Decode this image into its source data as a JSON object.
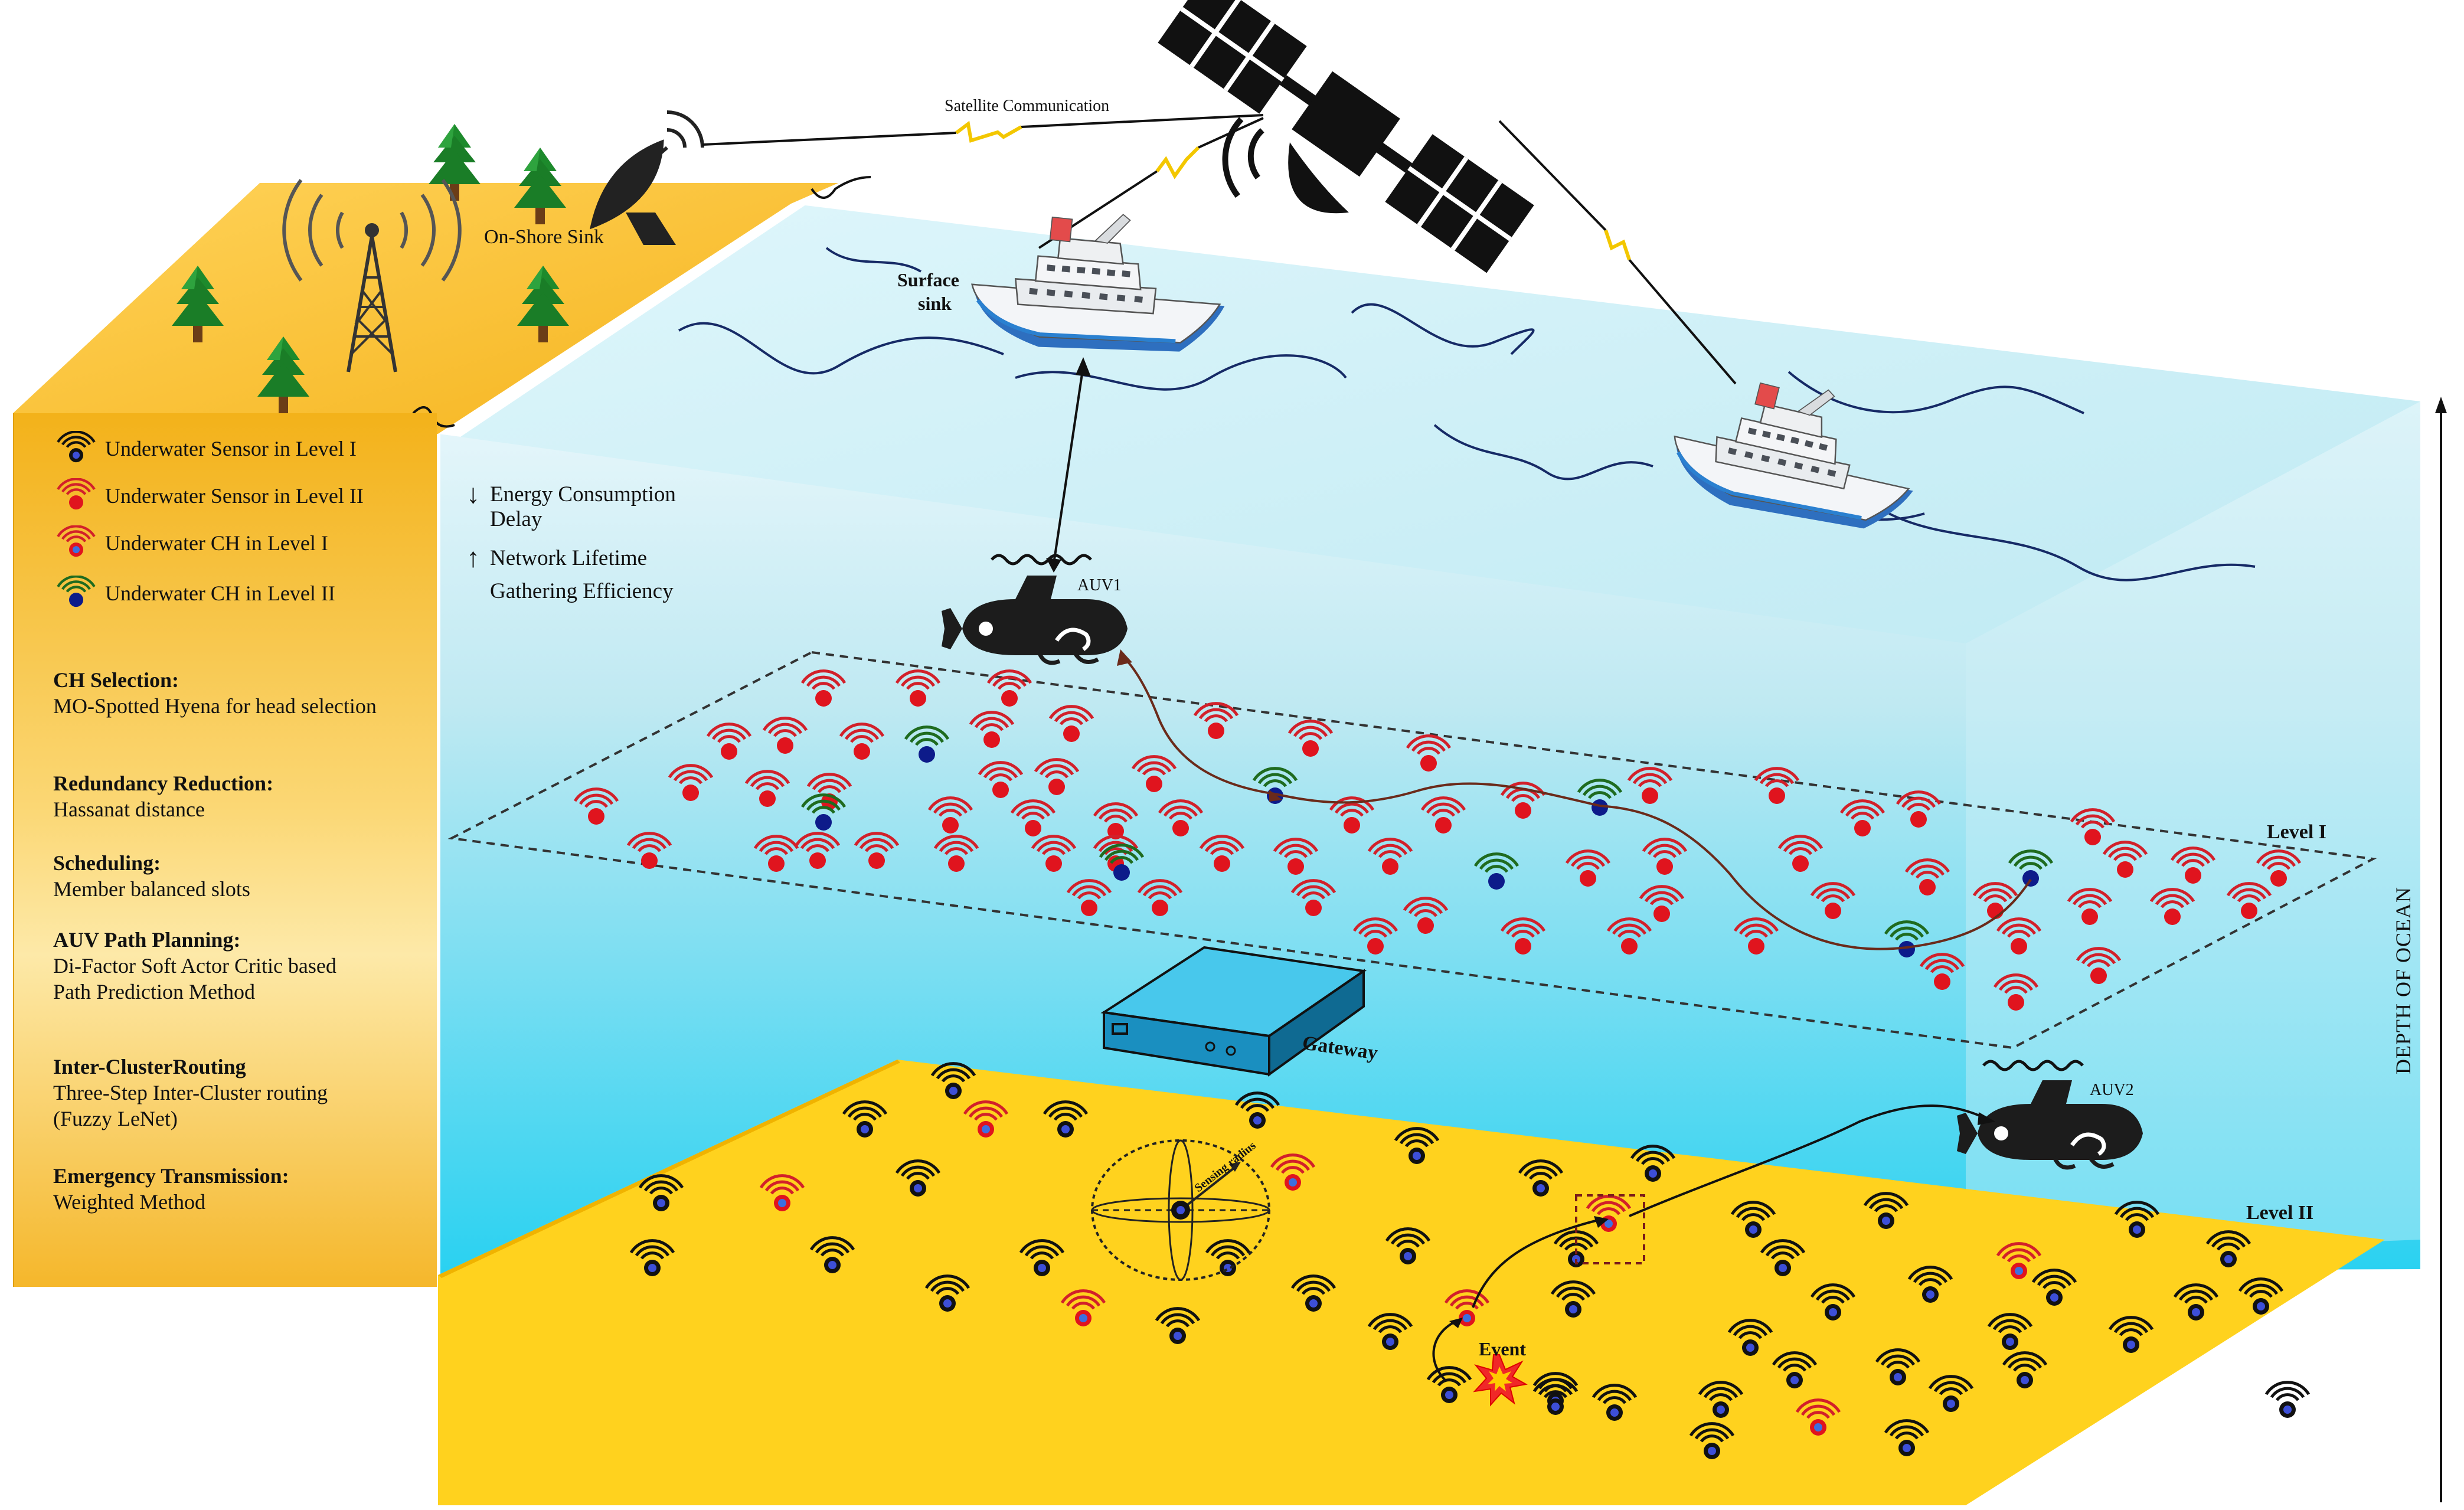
{
  "labels": {
    "satellite_comm": "Satellite Communication",
    "onshore_sink": "On-Shore Sink",
    "surface_sink_line1": "Surface",
    "surface_sink_line2": "sink",
    "auv1": "AUV1",
    "auv2": "AUV2",
    "gateway": "Gateway",
    "level1": "Level I",
    "level2": "Level II",
    "event": "Event",
    "sensing_radius": "Sensing radius",
    "depth_of_ocean": "DEPTH OF OCEAN"
  },
  "metrics": {
    "decrease": [
      "Energy Consumption",
      "Delay"
    ],
    "increase": [
      "Network Lifetime",
      "Gathering Efficiency"
    ]
  },
  "legend": [
    {
      "label": "Underwater Sensor in Level I",
      "icon": "black-sensor-icon"
    },
    {
      "label": "Underwater Sensor in Level II",
      "icon": "red-sensor-icon"
    },
    {
      "label": "Underwater CH in Level I",
      "icon": "red-ch-icon"
    },
    {
      "label": "Underwater CH in Level II",
      "icon": "green-ch-icon"
    }
  ],
  "steps": [
    {
      "title": "CH Selection:",
      "body": "MO-Spotted Hyena for head selection"
    },
    {
      "title": "Redundancy Reduction:",
      "body": "Hassanat distance"
    },
    {
      "title": "Scheduling:",
      "body": "Member balanced slots"
    },
    {
      "title": "AUV Path Planning:",
      "body": "Di-Factor Soft Actor Critic based Path Prediction Method"
    },
    {
      "title": "Inter-ClusterRouting",
      "body": "Three-Step Inter-Cluster routing (Fuzzy LeNet)"
    },
    {
      "title": "Emergency Transmission:",
      "body": "Weighted Method"
    }
  ],
  "colors": {
    "sea_top": "#e8f7fb",
    "sea_bottom": "#29d1f1",
    "seabed": "#ffd21e",
    "sensor_red": "#e0141e",
    "ch_blue": "#1a2fb0",
    "ring_green": "#1f6b1f",
    "ring_red": "#d2202a"
  }
}
